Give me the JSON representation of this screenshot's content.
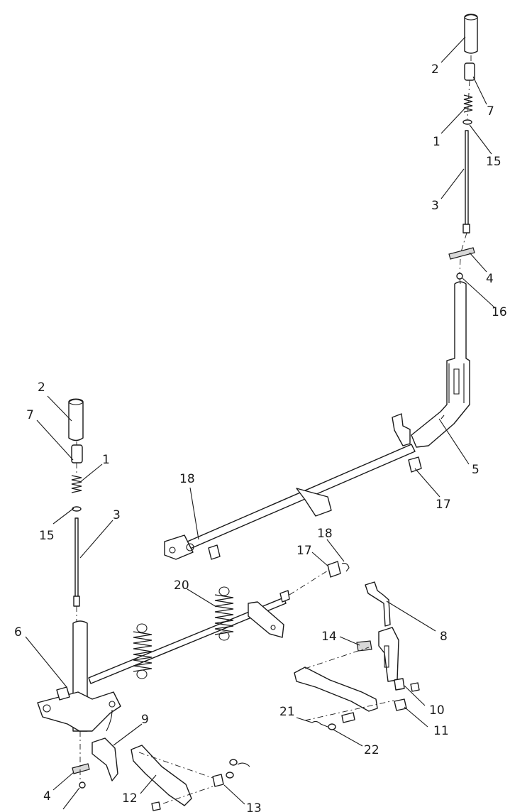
{
  "callouts": {
    "c2_top": "2",
    "c7_top": "7",
    "c1_top": "1",
    "c15_top": "15",
    "c3_top": "3",
    "c4_top": "4",
    "c16": "16",
    "c5": "5",
    "c17_top": "17",
    "c18_upper": "18",
    "c2_left": "2",
    "c7_left": "7",
    "c1_left": "1",
    "c15_left": "15",
    "c3_left": "3",
    "c17_mid": "17",
    "c18_mid": "18",
    "c20": "20",
    "c8": "8",
    "c14": "14",
    "c6": "6",
    "c9": "9",
    "c10": "10",
    "c11": "11",
    "c21": "21",
    "c22": "22",
    "c4_left": "4",
    "c12": "12",
    "c13": "13"
  }
}
